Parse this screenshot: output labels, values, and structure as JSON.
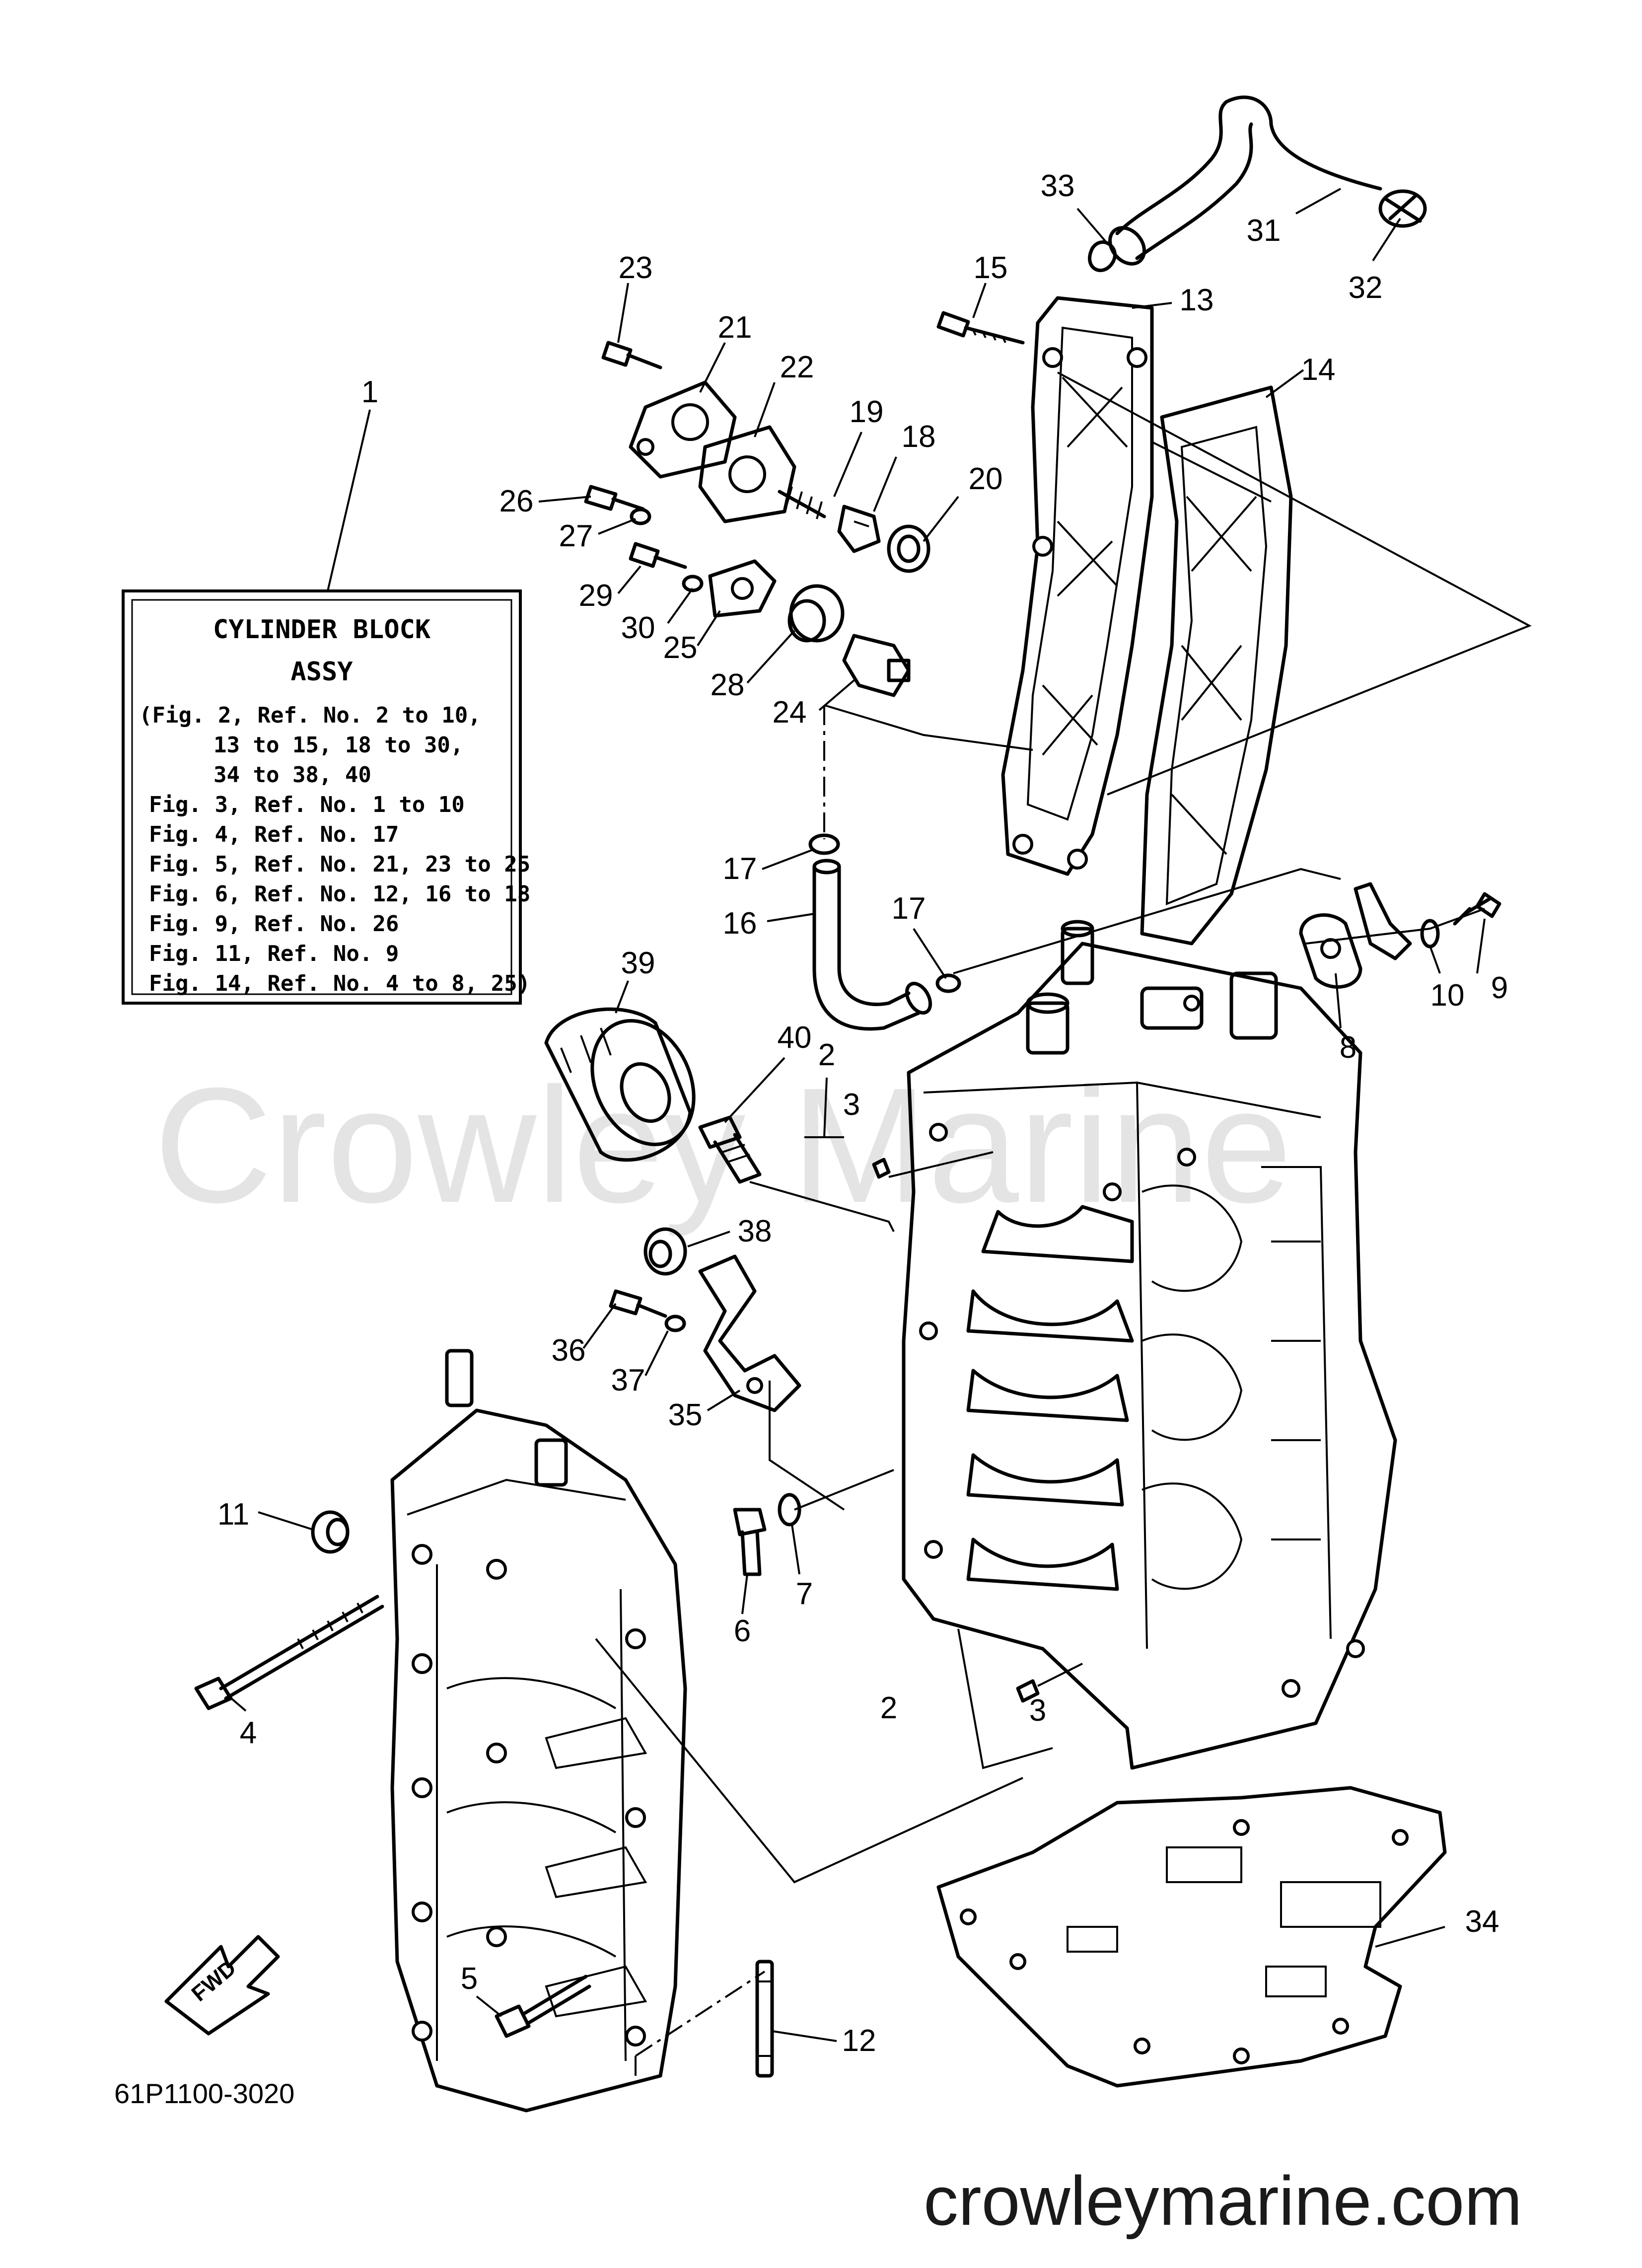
{
  "watermark": "Crowley Marine",
  "site_url": "crowleymarine.com",
  "diagram_code": "61P1100-3020",
  "fwd_label": "FWD",
  "assy_box": {
    "title_line1": "CYLINDER BLOCK",
    "title_line2": "ASSY",
    "lines": [
      "(Fig. 2, Ref. No. 2 to 10,",
      "13 to 15, 18 to 30,",
      "34 to 38, 40",
      "Fig. 3, Ref. No. 1 to 10",
      "Fig. 4, Ref. No. 17",
      "Fig. 5, Ref. No. 21, 23 to 25",
      "Fig. 6, Ref. No. 12, 16 to 18",
      "Fig. 9, Ref. No. 26",
      "Fig. 11, Ref. No. 9",
      "Fig. 14, Ref. No. 4 to 8, 25)"
    ]
  },
  "callouts": {
    "c1": "1",
    "c2a": "2",
    "c2b": "2",
    "c3a": "3",
    "c3b": "3",
    "c4": "4",
    "c5": "5",
    "c6": "6",
    "c7": "7",
    "c8": "8",
    "c9": "9",
    "c10": "10",
    "c11": "11",
    "c12": "12",
    "c13": "13",
    "c14": "14",
    "c15": "15",
    "c16": "16",
    "c17a": "17",
    "c17b": "17",
    "c18": "18",
    "c19": "19",
    "c20": "20",
    "c21": "21",
    "c22": "22",
    "c23": "23",
    "c24": "24",
    "c25": "25",
    "c26": "26",
    "c27": "27",
    "c28": "28",
    "c29": "29",
    "c30": "30",
    "c31": "31",
    "c32": "32",
    "c33": "33",
    "c34": "34",
    "c35": "35",
    "c36": "36",
    "c37": "37",
    "c38": "38",
    "c39": "39",
    "c40": "40"
  }
}
